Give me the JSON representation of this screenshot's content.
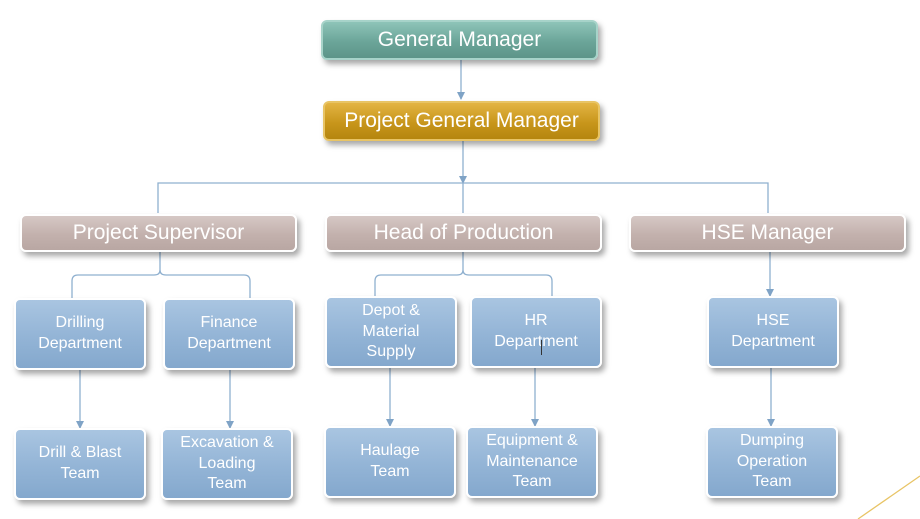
{
  "chart": {
    "general_manager": "General Manager",
    "project_general_manager": "Project General Manager",
    "project_supervisor": "Project Supervisor",
    "head_of_production": "Head of Production",
    "hse_manager": "HSE Manager",
    "drilling_department": [
      "Drilling",
      "Department"
    ],
    "finance_department": [
      "Finance",
      "Department"
    ],
    "depot_material_supply": [
      "Depot &",
      "Material",
      "Supply"
    ],
    "hr_department": [
      "HR",
      "Department"
    ],
    "hse_department": [
      "HSE",
      "Department"
    ],
    "drill_blast_team": [
      "Drill & Blast",
      "Team"
    ],
    "excavation_loading_team": [
      "Excavation &",
      "Loading",
      "Team"
    ],
    "haulage_team": [
      "Haulage",
      "Team"
    ],
    "equipment_maintenance_team": [
      "Equipment &",
      "Maintenance",
      "Team"
    ],
    "dumping_operation_team": [
      "Dumping",
      "Operation",
      "Team"
    ]
  },
  "colors": {
    "general_manager": "#6ba599",
    "project_general_manager": "#c8961b",
    "level2": "#c3b1ad",
    "level3": "#93b4d6",
    "connector": "#8fb0cf",
    "accent_line": "#e8c465"
  }
}
